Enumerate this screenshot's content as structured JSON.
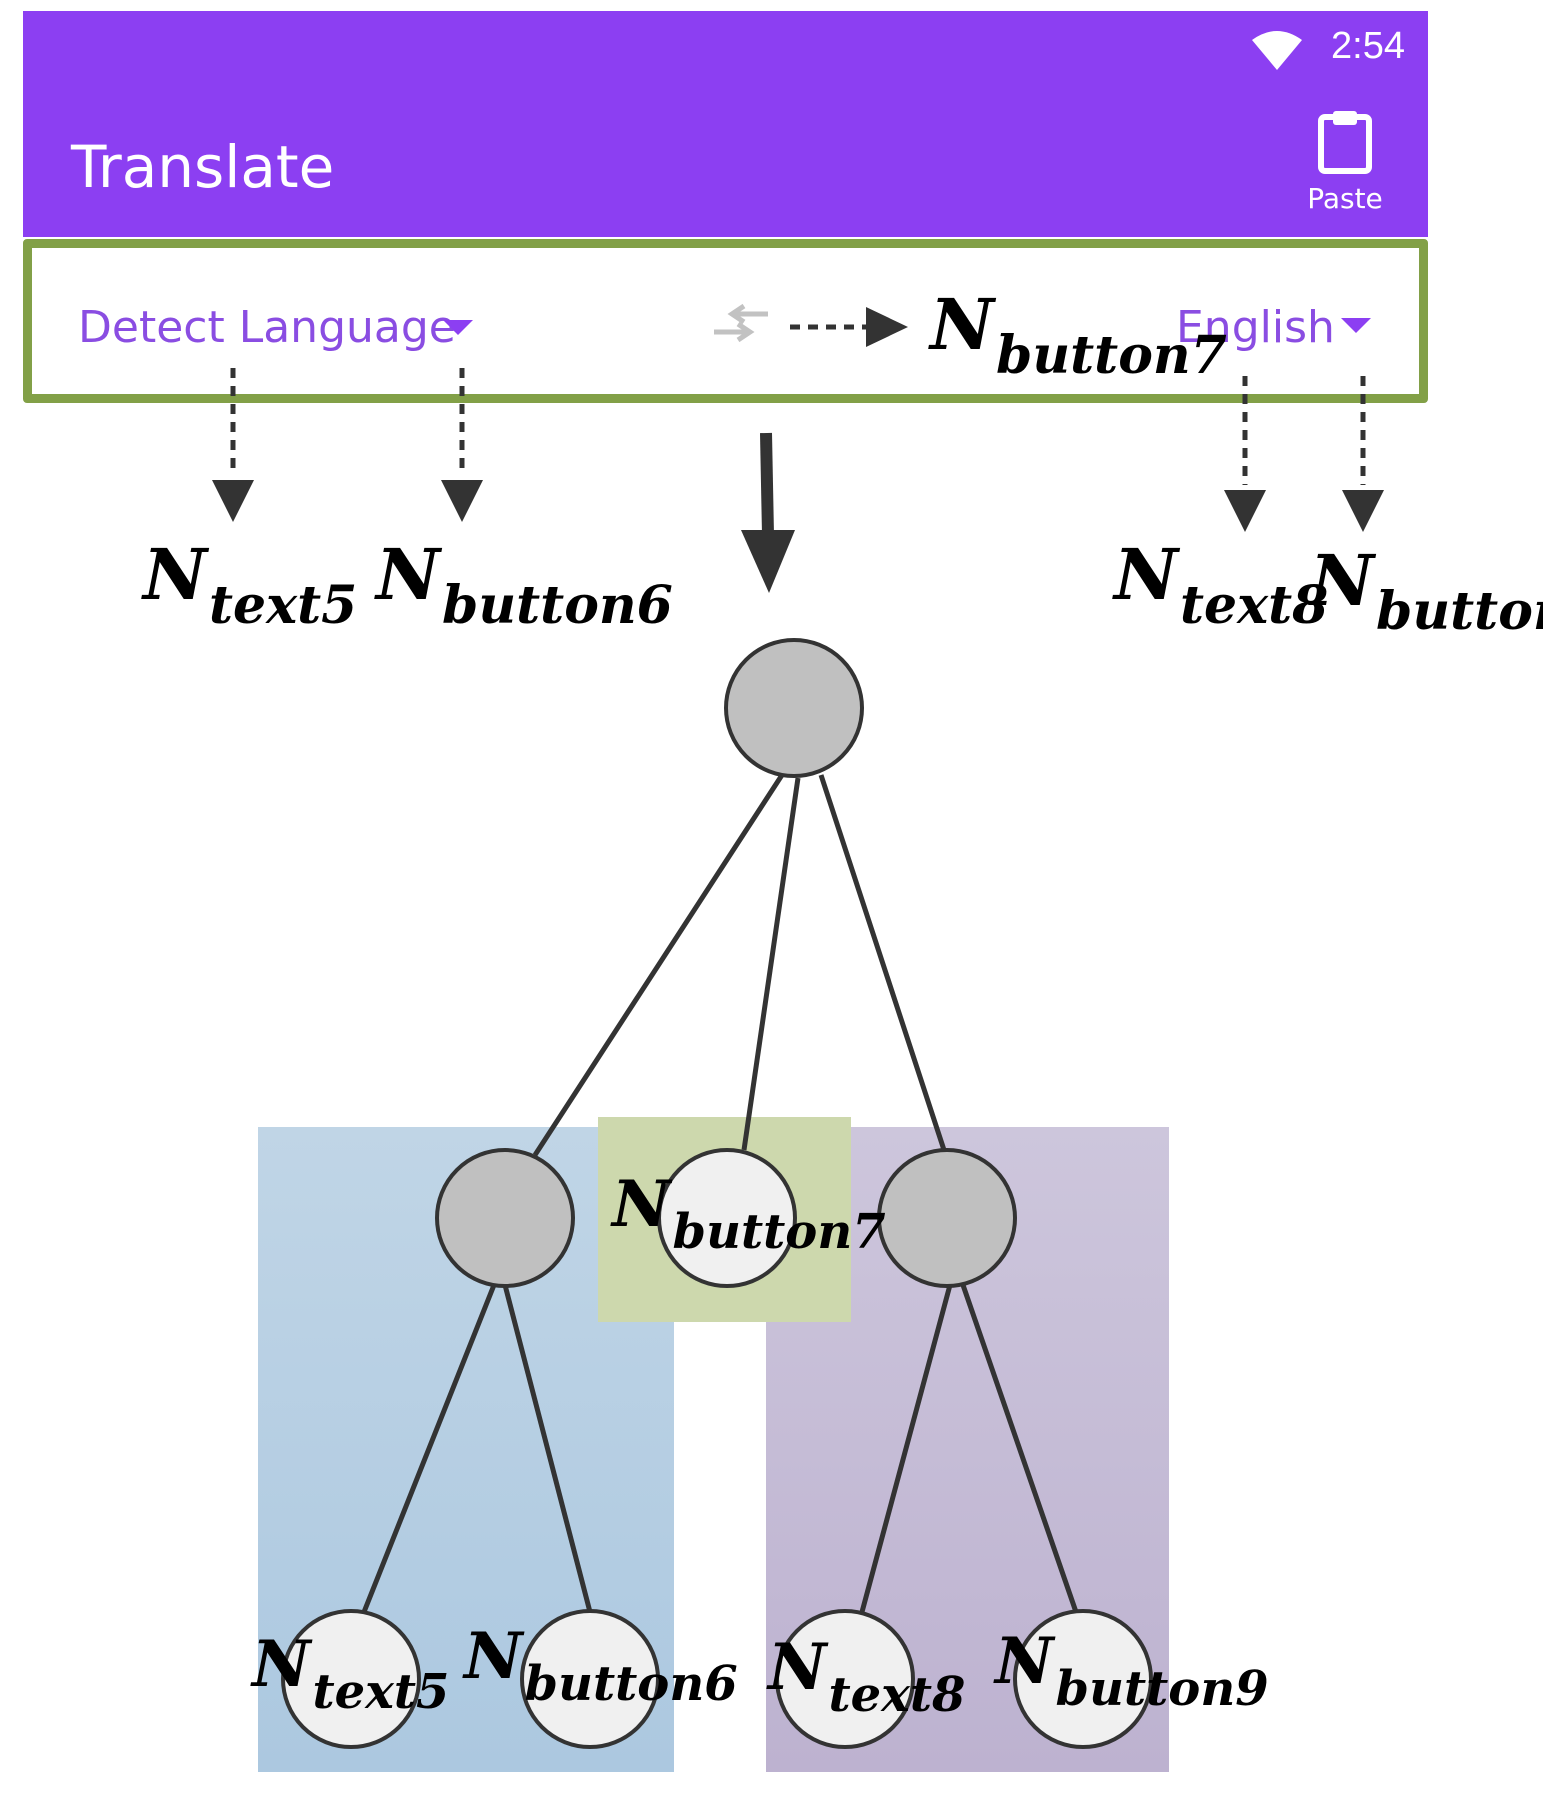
{
  "status_bar": {
    "time": "2:54",
    "wifi_icon": "wifi-icon"
  },
  "app_bar": {
    "title": "Translate",
    "paste_label": "Paste",
    "paste_icon": "clipboard-icon"
  },
  "language_bar": {
    "source_language": "Detect Language",
    "target_language": "English",
    "swap_icon": "swap-arrows-icon",
    "dropdown_icon": "caret-down-icon"
  },
  "annotations": {
    "text5": {
      "base": "N",
      "sub": "text5"
    },
    "button6": {
      "base": "N",
      "sub": "button6"
    },
    "button7": {
      "base": "N",
      "sub": "button7"
    },
    "text8": {
      "base": "N",
      "sub": "text8"
    },
    "button9": {
      "base": "N",
      "sub": "button9"
    }
  },
  "colors": {
    "app_bar": "#8c3ff2",
    "language_text": "#8a4de2",
    "highlight_border": "#82a047",
    "group_left": "#b3cde2",
    "group_middle": "#cdd8ad",
    "group_right": "#c6bcd6",
    "inner_node": "#c0c0c0",
    "leaf_node": "#f0f0f0"
  }
}
